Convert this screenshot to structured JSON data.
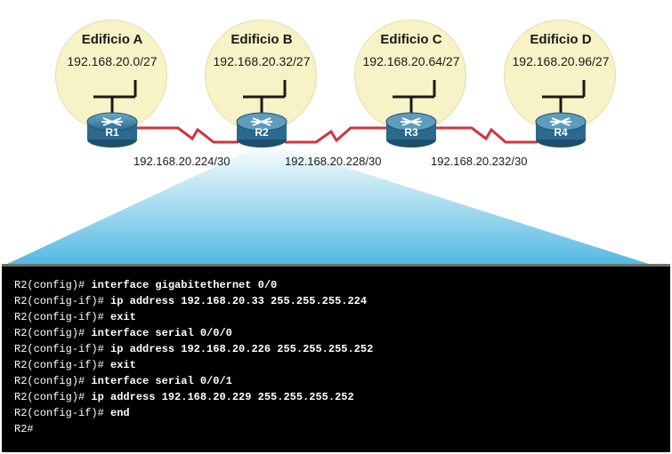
{
  "buildings": [
    {
      "name": "Edificio A",
      "network": "192.168.20.0/27"
    },
    {
      "name": "Edificio B",
      "network": "192.168.20.32/27"
    },
    {
      "name": "Edificio C",
      "network": "192.168.20.64/27"
    },
    {
      "name": "Edificio D",
      "network": "192.168.20.96/27"
    }
  ],
  "routers": [
    {
      "label": "R1"
    },
    {
      "label": "R2"
    },
    {
      "label": "R3"
    },
    {
      "label": "R4"
    }
  ],
  "links": [
    {
      "network": "192.168.20.224/30"
    },
    {
      "network": "192.168.20.228/30"
    },
    {
      "network": "192.168.20.232/30"
    }
  ],
  "colors": {
    "building_fill": "#f7f3c7",
    "router_body": "#2b6a8e",
    "serial_link": "#d0333f",
    "zoom_highlight": "#4ab6e0",
    "console_bg": "#000000"
  },
  "console": {
    "lines": [
      {
        "prompt": "R2(config)#",
        "command": "interface gigabitethernet 0/0"
      },
      {
        "prompt": "R2(config-if)#",
        "command": "ip address 192.168.20.33 255.255.255.224"
      },
      {
        "prompt": "R2(config-if)#",
        "command": "exit"
      },
      {
        "prompt": "R2(config)#",
        "command": "interface serial 0/0/0"
      },
      {
        "prompt": "R2(config-if)#",
        "command": "ip address 192.168.20.226 255.255.255.252"
      },
      {
        "prompt": "R2(config-if)#",
        "command": "exit"
      },
      {
        "prompt": "R2(config)#",
        "command": "interface serial 0/0/1"
      },
      {
        "prompt": "R2(config)#",
        "command": "ip address 192.168.20.229 255.255.255.252"
      },
      {
        "prompt": "R2(config-if)#",
        "command": "end"
      },
      {
        "prompt": "R2#",
        "command": ""
      }
    ]
  }
}
